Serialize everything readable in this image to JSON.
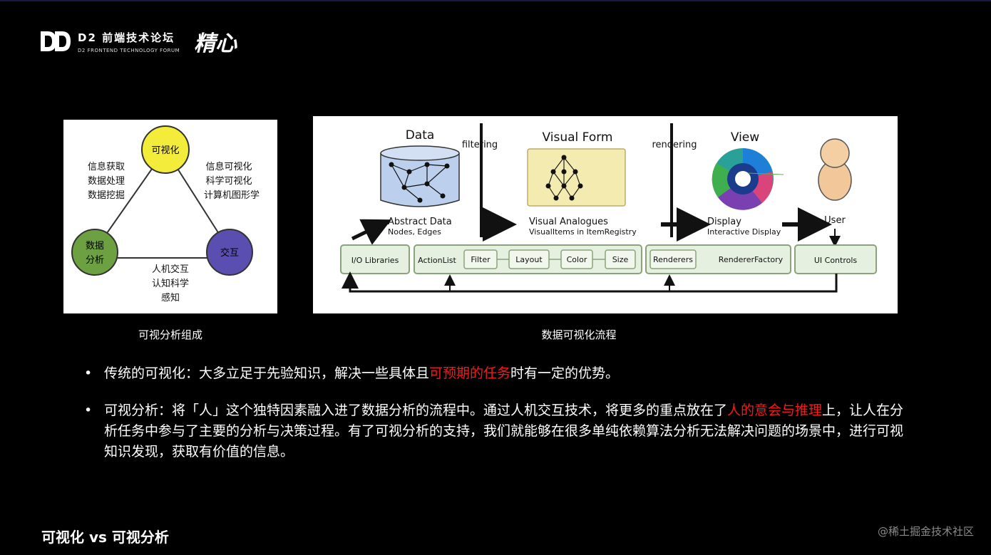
{
  "brand": {
    "title": "D2 前端技术论坛",
    "subtitle": "D2 FRONTEND TECHNOLOGY FORUM",
    "script": "精心"
  },
  "left_diagram": {
    "nodes": {
      "top": "可视化",
      "left": [
        "数据",
        "分析"
      ],
      "right": "交互"
    },
    "labels": {
      "left_side": [
        "信息获取",
        "数据处理",
        "数据挖掘"
      ],
      "right_side": [
        "信息可视化",
        "科学可视化",
        "计算机图形学"
      ],
      "bottom_side": [
        "人机交互",
        "认知科学",
        "感知"
      ]
    },
    "colors": {
      "top": "#f4ec3a",
      "left": "#6ca040",
      "right": "#5a4fb0"
    },
    "caption": "可视分析组成"
  },
  "right_diagram": {
    "stages": {
      "data": "Data",
      "filtering": "filtering",
      "visual_form": "Visual Form",
      "rendering": "rendering",
      "view": "View"
    },
    "items": {
      "abstract_data": "Abstract Data",
      "nodes_edges": "Nodes, Edges",
      "visual_analogues": "Visual Analogues",
      "visual_items": "VisualItems in ItemRegistry",
      "display": "Display",
      "interactive_display": "Interactive Display",
      "user": "User"
    },
    "boxes": {
      "io": "I/O Libraries",
      "action_list": "ActionList",
      "filter": "Filter",
      "layout": "Layout",
      "color": "Color",
      "size": "Size",
      "renderers": "Renderers",
      "renderer_factory": "RendererFactory",
      "ui_controls": "UI Controls"
    },
    "caption": "数据可视化流程"
  },
  "bullets": {
    "b1": {
      "before": "传统的可视化：大多立足于先验知识，解决一些具体且",
      "highlight": "可预期的任务",
      "after": "时有一定的优势。"
    },
    "b2": {
      "before": "可视分析：将「人」这个独特因素融入进了数据分析的流程中。通过人机交互技术，将更多的重点放在了",
      "highlight": "人的意会与推理",
      "after": "上，让人在分析任务中参与了主要的分析与决策过程。有了可视分析的支持，我们就能够在很多单纯依赖算法分析无法解决问题的场景中，进行可视知识发现，获取有价值的信息。"
    }
  },
  "footer": {
    "title": "可视化 vs 可视分析",
    "watermark": "@稀土掘金技术社区"
  },
  "colors": {
    "highlight": "#f01c1c",
    "background": "#000000"
  }
}
